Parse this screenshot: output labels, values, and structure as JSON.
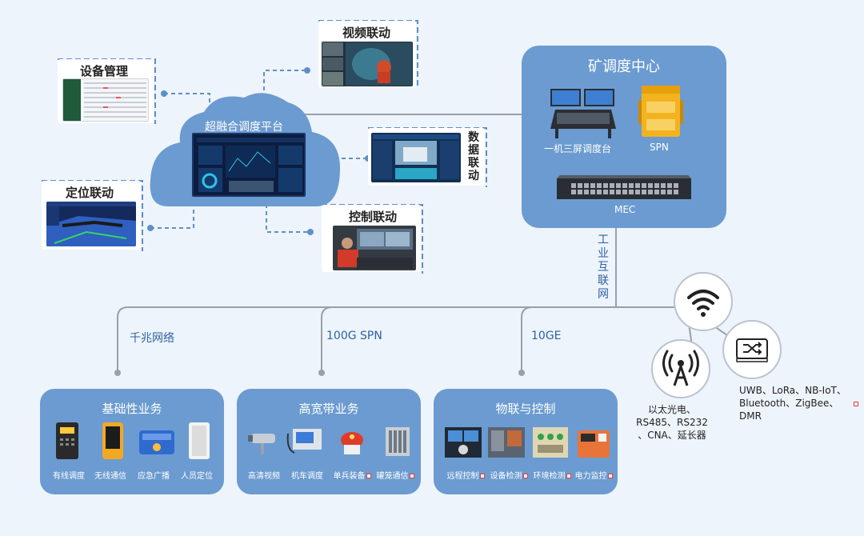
{
  "cloud": {
    "title": "超融合调度平台"
  },
  "cards": {
    "device_mgmt": "设备管理",
    "video_link": "视频联动",
    "data_link": [
      "数",
      "据",
      "联",
      "动"
    ],
    "position_link": "定位联动",
    "control_link": "控制联动"
  },
  "center": {
    "title": "矿调度中心",
    "console_label": "一机三屏调度台",
    "spn_label": "SPN",
    "mec_label": "MEC"
  },
  "industrial_net": [
    "工",
    "业",
    "互",
    "联",
    "网"
  ],
  "networks": {
    "gigabit": "千兆网络",
    "spn100g": "100G SPN",
    "ge10": "10GE"
  },
  "groups": [
    {
      "title": "基础性业务",
      "items": [
        "有线调度",
        "无线通信",
        "应急广播",
        "人员定位"
      ]
    },
    {
      "title": "高宽带业务",
      "items": [
        "高清视频",
        "机车调度",
        "单兵装备",
        "罐笼通信"
      ]
    },
    {
      "title": "物联与控制",
      "items": [
        "远程控制",
        "设备检测",
        "环境检测",
        "电力监控"
      ]
    }
  ],
  "wireless": {
    "wifi_icon": "wifi-icon",
    "router_icon": "router-icon",
    "antenna_icon": "antenna-icon",
    "right_text": [
      "UWB、LoRa、NB-IoT、",
      "Bluetooth、ZigBee、",
      "DMR"
    ],
    "left_text": [
      "以太光电、",
      "RS485、RS232",
      "、CNA、延长器"
    ]
  },
  "colors": {
    "accent_blue": "#6b9bd0",
    "line_gray": "#9aa0a8",
    "dash_blue": "#5f8fc9",
    "label_blue": "#2d62a5"
  }
}
